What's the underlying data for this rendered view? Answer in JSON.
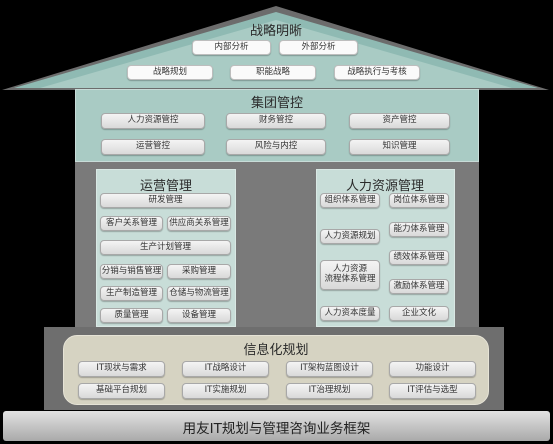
{
  "roof": {
    "title": "战略明晰",
    "row1": [
      "内部分析",
      "外部分析"
    ],
    "row2": [
      "战略规划",
      "职能战略",
      "战略执行与考核"
    ]
  },
  "group": {
    "title": "集团管控",
    "row1": [
      "人力资源管控",
      "财务管控",
      "资产管控"
    ],
    "row2": [
      "运营管控",
      "风险与内控",
      "知识管理"
    ]
  },
  "operations": {
    "title": "运营管理",
    "items": [
      "研发管理",
      "客户关系管理",
      "供应商关系管理",
      "生产计划管理",
      "分销与销售管理",
      "采购管理",
      "生产制造管理",
      "仓储与物流管理",
      "质量管理",
      "设备管理"
    ]
  },
  "hr": {
    "title": "人力资源管理",
    "items": [
      "组织体系管理",
      "岗位体系管理",
      "人力资源规划",
      "能力体系管理",
      "人力资源\n流程体系管理",
      "绩效体系管理",
      "激励体系管理",
      "人力资本度量",
      "企业文化"
    ]
  },
  "it": {
    "title": "信息化规划",
    "row1": [
      "IT现状与需求",
      "IT战略设计",
      "IT架构蓝图设计",
      "功能设计"
    ],
    "row2": [
      "基础平台规划",
      "IT实施规划",
      "IT治理规划",
      "IT评估与选型"
    ]
  },
  "footer": {
    "title": "用友IT规划与管理咨询业务框架"
  }
}
